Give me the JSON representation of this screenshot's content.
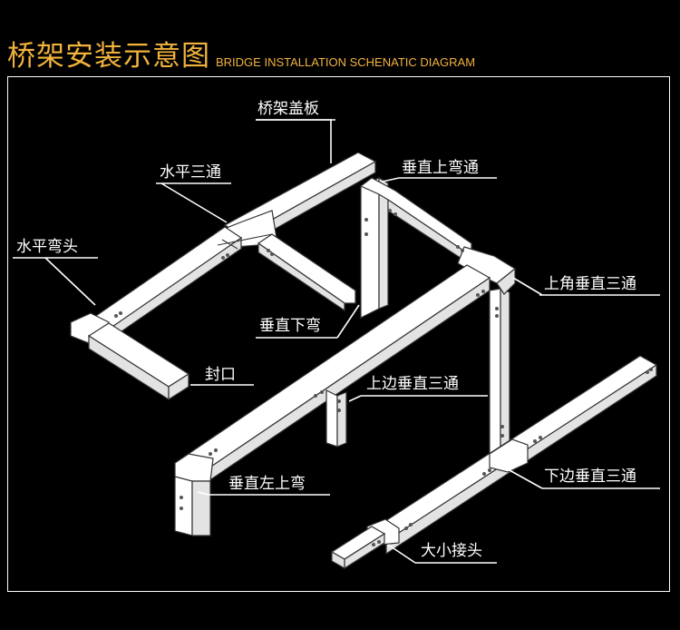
{
  "header": {
    "title_zh": "桥架安装示意图",
    "title_en": "BRIDGE INSTALLATION SCHENATIC DIAGRAM"
  },
  "colors": {
    "background": "#000000",
    "title": "#f2b33d",
    "label_text": "#ffffff",
    "tray": "#ffffff",
    "tray_shade": "#e3e3e3",
    "tray_outline": "#333333"
  },
  "labels": {
    "cover_plate": "桥架盖板",
    "horizontal_tee": "水平三通",
    "vertical_up_bend": "垂直上弯通",
    "horizontal_elbow": "水平弯头",
    "upper_corner_vertical_tee": "上角垂直三通",
    "vertical_down_bend": "垂直下弯",
    "end_cap": "封口",
    "upper_side_vertical_tee": "上边垂直三通",
    "vertical_left_up_bend": "垂直左上弯",
    "lower_side_vertical_tee": "下边垂直三通",
    "reducer": "大小接头"
  },
  "icons": {
    "bolt_holes": "bolt-holes-icon"
  }
}
